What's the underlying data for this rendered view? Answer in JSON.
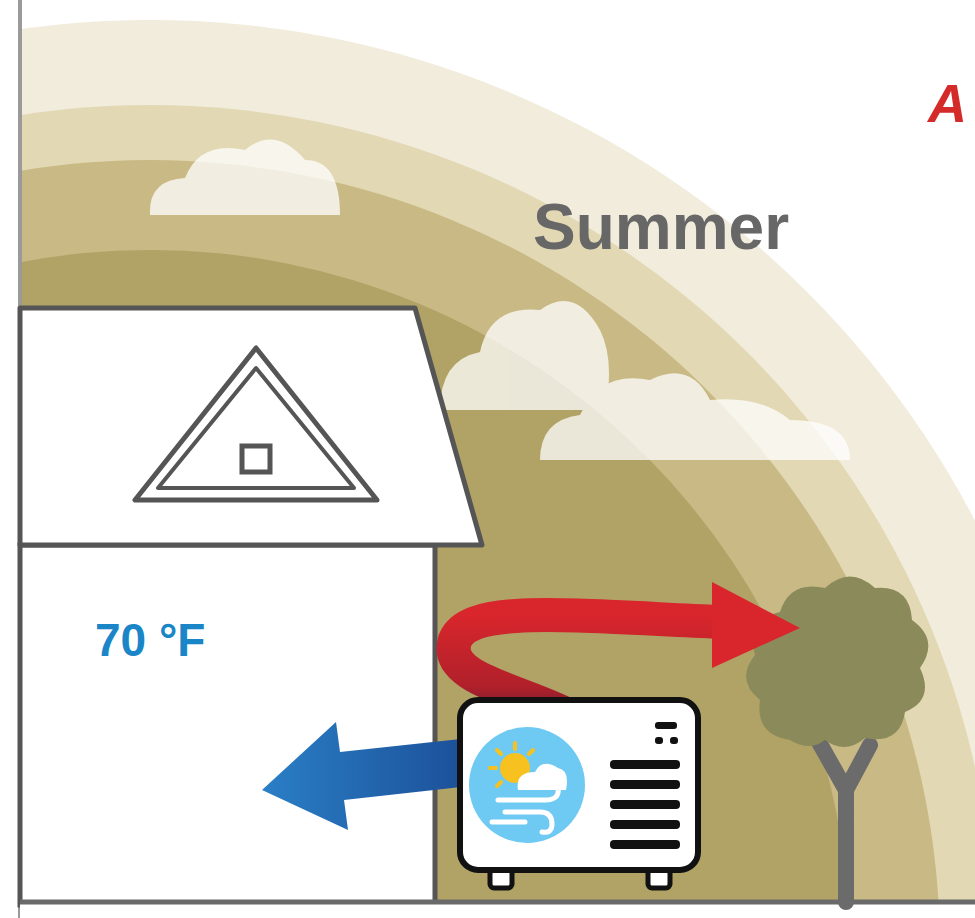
{
  "diagram": {
    "nodes": [
      {
        "text": [
          "70 °F"
        ]
      }
    ],
    "labels": [
      "Summer",
      "A"
    ]
  }
}
